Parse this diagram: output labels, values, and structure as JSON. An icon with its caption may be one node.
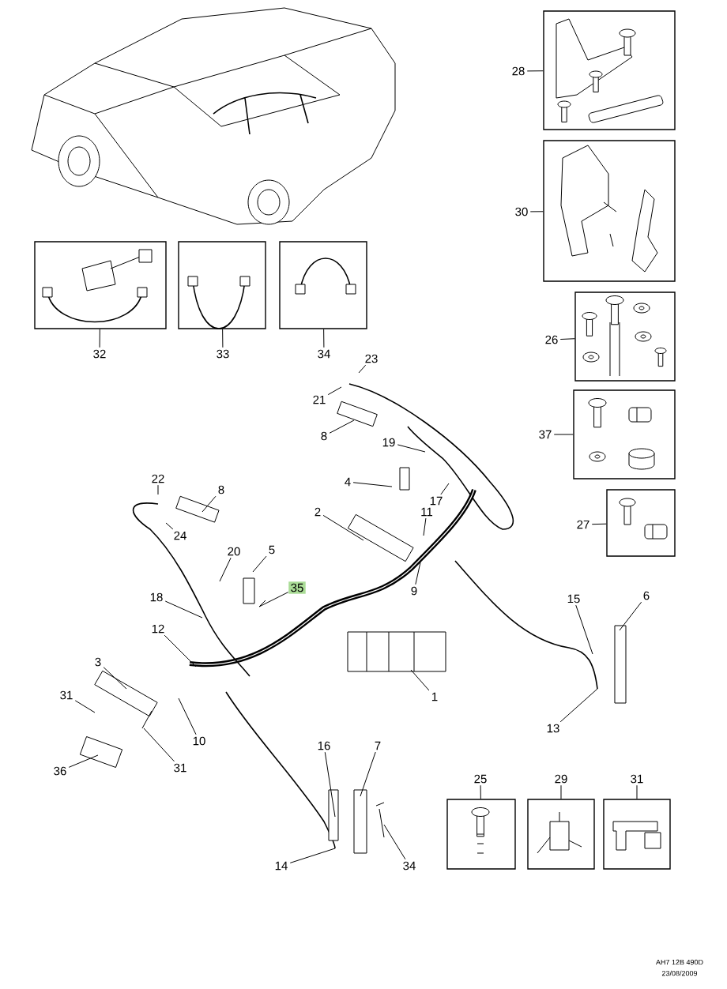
{
  "diagram": {
    "nodes": [
      {
        "text": [],
        "shape": "box"
      },
      {
        "text": [
          "28"
        ]
      },
      {
        "text": [],
        "shape": "box"
      },
      {
        "text": [
          "30"
        ]
      },
      {
        "text": [],
        "shape": "box"
      },
      {
        "text": [
          "32"
        ]
      },
      {
        "text": [],
        "shape": "box"
      },
      {
        "text": [
          "33"
        ]
      },
      {
        "text": [],
        "shape": "box"
      },
      {
        "text": [
          "34"
        ]
      },
      {
        "text": [],
        "shape": "box"
      },
      {
        "text": [
          "26"
        ]
      },
      {
        "text": [
          "23"
        ]
      },
      {
        "text": [
          "21"
        ]
      },
      {
        "text": [
          "8"
        ]
      },
      {
        "text": [],
        "shape": "box"
      },
      {
        "text": [
          "37"
        ]
      },
      {
        "text": [
          "19"
        ]
      },
      {
        "text": [
          "4"
        ]
      },
      {
        "text": [
          "22"
        ]
      },
      {
        "text": [
          "8"
        ]
      },
      {
        "text": [
          "17"
        ]
      },
      {
        "text": [
          "2"
        ]
      },
      {
        "text": [
          "11"
        ]
      },
      {
        "text": [],
        "shape": "box"
      },
      {
        "text": [
          "27"
        ]
      },
      {
        "text": [
          "24"
        ]
      },
      {
        "text": [
          "20"
        ]
      },
      {
        "text": [
          "5"
        ]
      },
      {
        "text": [
          "9"
        ]
      },
      {
        "text": [
          "35"
        ]
      },
      {
        "text": [
          "18"
        ]
      },
      {
        "text": [
          "15"
        ]
      },
      {
        "text": [
          "6"
        ]
      },
      {
        "text": [
          "12"
        ]
      },
      {
        "text": [
          "3"
        ]
      },
      {
        "text": [
          "31"
        ]
      },
      {
        "text": [
          "1"
        ]
      },
      {
        "text": [
          "10"
        ]
      },
      {
        "text": [
          "13"
        ]
      },
      {
        "text": [
          "31"
        ]
      },
      {
        "text": [
          "36"
        ]
      },
      {
        "text": [
          "7"
        ]
      },
      {
        "text": [
          "16"
        ]
      },
      {
        "text": [
          "25"
        ]
      },
      {
        "text": [],
        "shape": "box"
      },
      {
        "text": [
          "29"
        ]
      },
      {
        "text": [],
        "shape": "box"
      },
      {
        "text": [
          "31"
        ]
      },
      {
        "text": [],
        "shape": "box"
      },
      {
        "text": [
          "34"
        ]
      },
      {
        "text": [
          "14"
        ]
      }
    ],
    "edges": [
      {
        "from": 1,
        "to": 0,
        "arrow": "none"
      },
      {
        "from": 3,
        "to": 2,
        "arrow": "none"
      },
      {
        "from": 5,
        "to": 4,
        "arrow": "none"
      },
      {
        "from": 7,
        "to": 6,
        "arrow": "none"
      },
      {
        "from": 9,
        "to": 8,
        "arrow": "none"
      },
      {
        "from": 11,
        "to": 10,
        "arrow": "none"
      },
      {
        "from": 12,
        "to": null,
        "arrow": "none"
      },
      {
        "from": 13,
        "to": null,
        "arrow": "none"
      },
      {
        "from": 14,
        "to": null,
        "arrow": "none"
      },
      {
        "from": 16,
        "to": 15,
        "arrow": "none"
      },
      {
        "from": 17,
        "to": null,
        "arrow": "none"
      },
      {
        "from": 18,
        "to": null,
        "arrow": "none"
      },
      {
        "from": 19,
        "to": null,
        "arrow": "none"
      },
      {
        "from": 20,
        "to": null,
        "arrow": "none"
      },
      {
        "from": 21,
        "to": null,
        "arrow": "none"
      },
      {
        "from": 22,
        "to": null,
        "arrow": "none"
      },
      {
        "from": 23,
        "to": null,
        "arrow": "none"
      },
      {
        "from": 25,
        "to": 24,
        "arrow": "none"
      },
      {
        "from": 26,
        "to": null,
        "arrow": "none"
      },
      {
        "from": 27,
        "to": null,
        "arrow": "none"
      },
      {
        "from": 28,
        "to": null,
        "arrow": "none"
      },
      {
        "from": 29,
        "to": null,
        "arrow": "none"
      },
      {
        "from": 30,
        "to": null,
        "arrow": "none"
      },
      {
        "from": 31,
        "to": null,
        "arrow": "none"
      },
      {
        "from": 32,
        "to": null,
        "arrow": "none"
      },
      {
        "from": 33,
        "to": null,
        "arrow": "none"
      },
      {
        "from": 34,
        "to": null,
        "arrow": "none"
      },
      {
        "from": 35,
        "to": null,
        "arrow": "none"
      },
      {
        "from": 36,
        "to": null,
        "arrow": "none"
      },
      {
        "from": 37,
        "to": null,
        "arrow": "none"
      },
      {
        "from": 38,
        "to": null,
        "arrow": "none"
      },
      {
        "from": 39,
        "to": null,
        "arrow": "none"
      },
      {
        "from": 40,
        "to": null,
        "arrow": "none"
      },
      {
        "from": 41,
        "to": null,
        "arrow": "none"
      },
      {
        "from": 42,
        "to": null,
        "arrow": "none"
      },
      {
        "from": 43,
        "to": null,
        "arrow": "none"
      },
      {
        "from": 44,
        "to": 45,
        "arrow": "none"
      },
      {
        "from": 46,
        "to": 47,
        "arrow": "none"
      },
      {
        "from": 48,
        "to": 49,
        "arrow": "none"
      },
      {
        "from": 50,
        "to": null,
        "arrow": "none"
      },
      {
        "from": 51,
        "to": null,
        "arrow": "none"
      }
    ],
    "labels": [
      "AH7 12B 490D",
      "23/08/2009"
    ]
  }
}
